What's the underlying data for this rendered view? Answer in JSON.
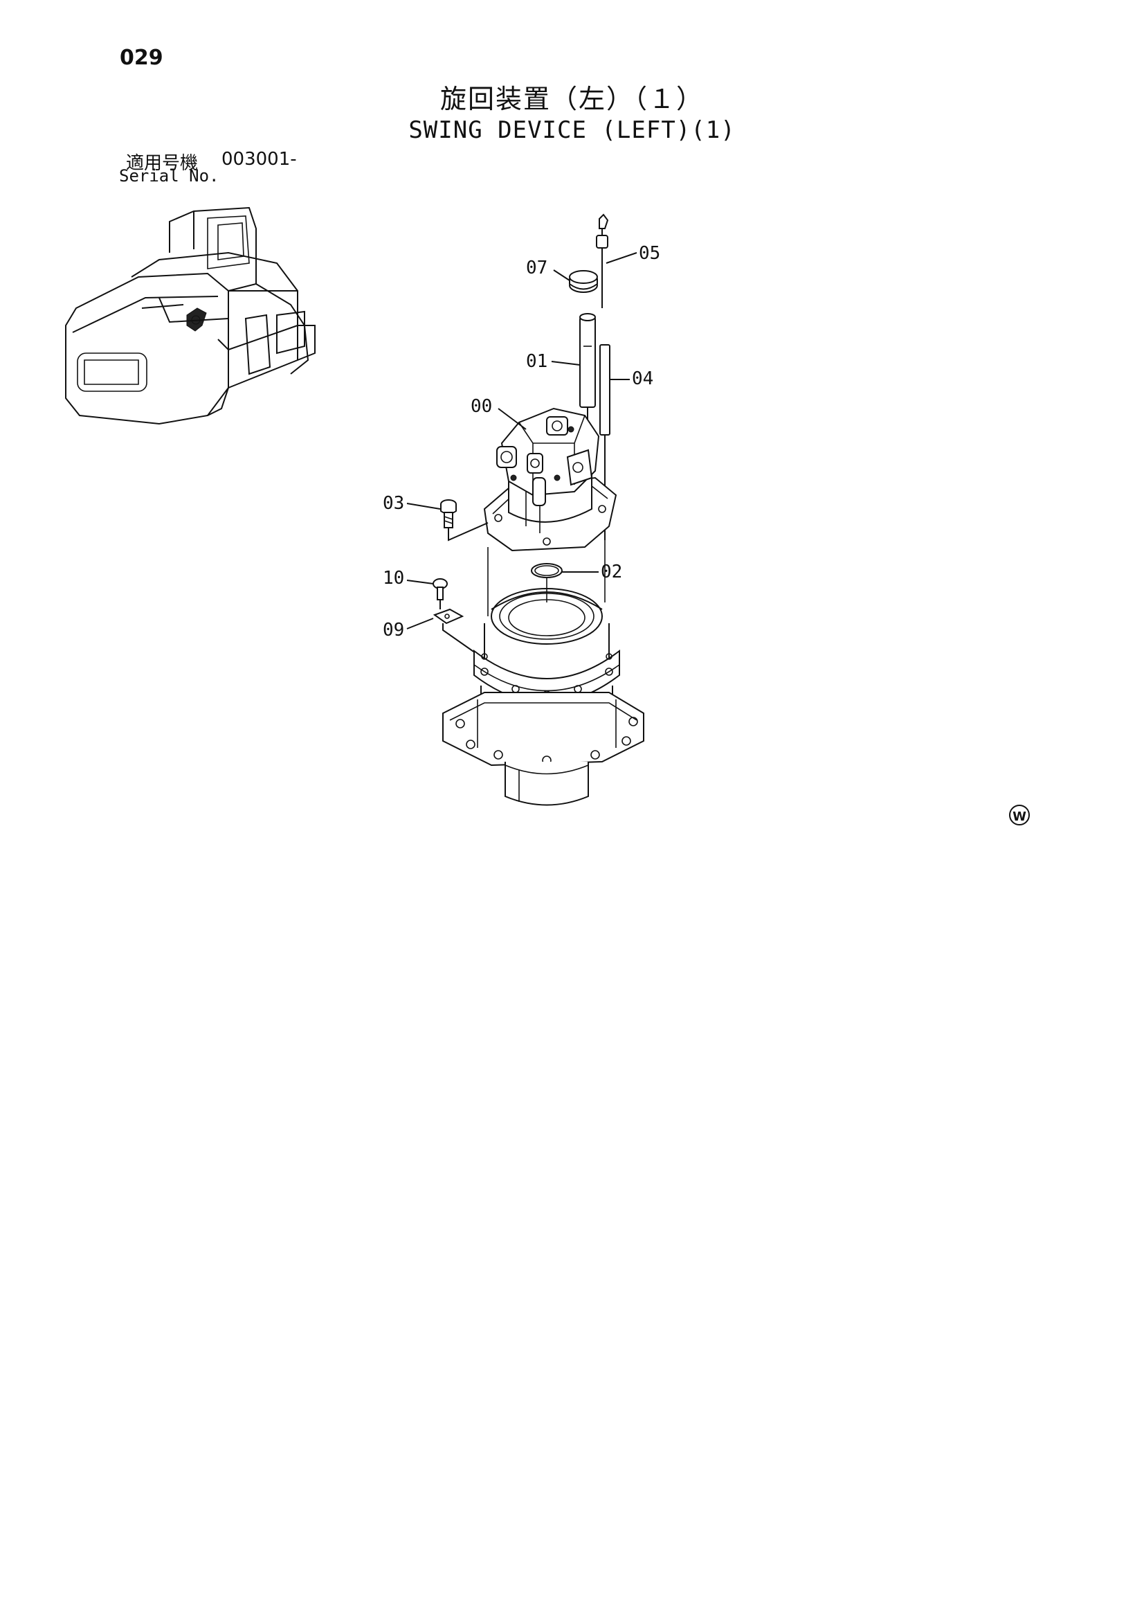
{
  "header": {
    "page_number": "029",
    "title_jp": "旋回装置（左）（１）",
    "title_en": "SWING DEVICE (LEFT)(1)"
  },
  "serial": {
    "label_jp": "適用号機",
    "value": "003001-",
    "label_en": "Serial No."
  },
  "callouts": [
    {
      "id": "00",
      "label": "00"
    },
    {
      "id": "01",
      "label": "01"
    },
    {
      "id": "02",
      "label": "02"
    },
    {
      "id": "03",
      "label": "03"
    },
    {
      "id": "04",
      "label": "04"
    },
    {
      "id": "05",
      "label": "05"
    },
    {
      "id": "07",
      "label": "07"
    },
    {
      "id": "09",
      "label": "09"
    },
    {
      "id": "10",
      "label": "10"
    }
  ],
  "footer_mark": "Ⓦ"
}
